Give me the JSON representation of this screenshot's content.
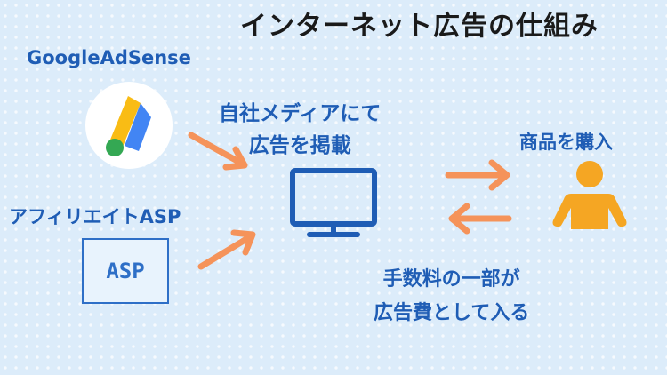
{
  "title": "インターネット広告の仕組み",
  "google_adsense": {
    "label": "GoogleAdSense",
    "icon": "google-adsense-logo"
  },
  "asp": {
    "label": "アフィリエイトASP",
    "box_text": "ASP"
  },
  "media": {
    "line1": "自社メディアにて",
    "line2": "広告を掲載",
    "icon": "monitor-icon"
  },
  "customer": {
    "label": "商品を購入",
    "icon": "person-icon"
  },
  "fee": {
    "line1": "手数料の一部が",
    "line2": "広告費として入る"
  },
  "colors": {
    "text_blue": "#1f5db5",
    "arrow_orange": "#f5935a",
    "monitor_blue": "#1f5db5",
    "person_orange": "#f5a623"
  }
}
